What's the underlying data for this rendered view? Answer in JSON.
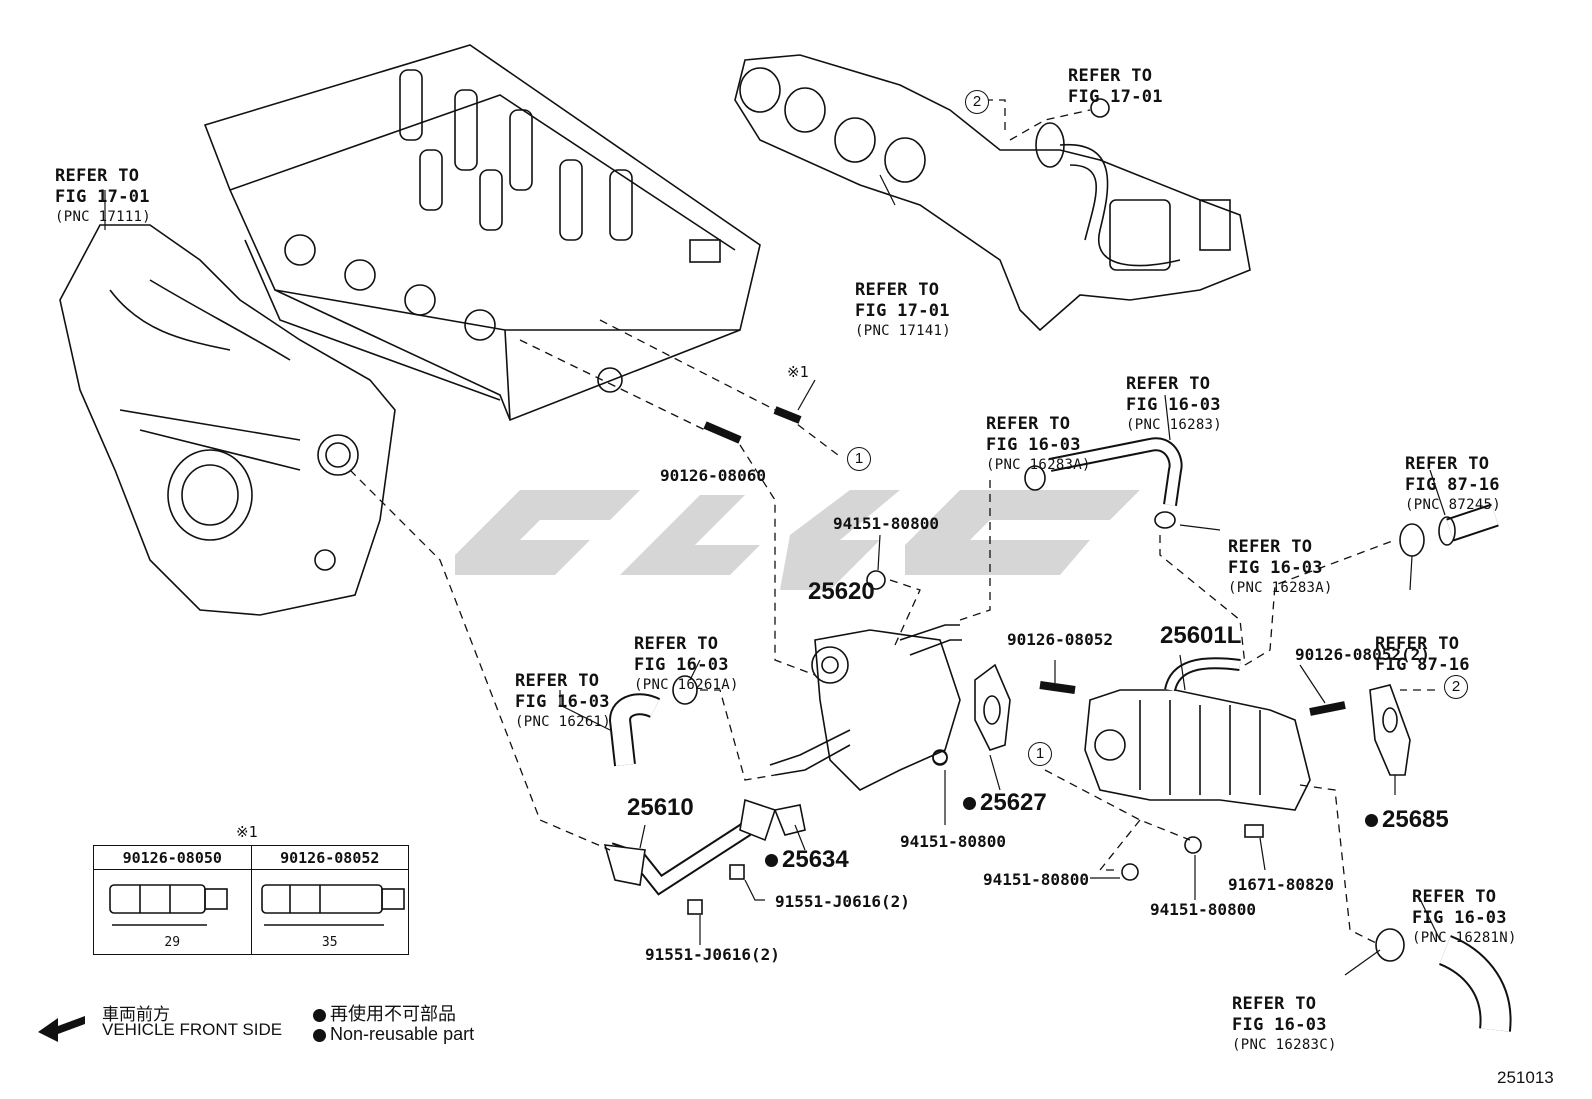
{
  "labels": {
    "refer_manifold_top": [
      "REFER TO",
      "FIG 17-01"
    ],
    "refer_intake": [
      "REFER TO",
      "FIG 17-01",
      "(PNC 17111)"
    ],
    "refer_exhaust": [
      "REFER TO",
      "FIG 17-01",
      "(PNC 17141)"
    ],
    "refer_16283": [
      "REFER TO",
      "FIG 16-03",
      "(PNC 16283)"
    ],
    "refer_16283a_left": [
      "REFER TO",
      "FIG 16-03",
      "(PNC 16283A)"
    ],
    "refer_87245": [
      "REFER TO",
      "FIG 87-16",
      "(PNC 87245)"
    ],
    "refer_16283a_right": [
      "REFER TO",
      "FIG 16-03",
      "(PNC 16283A)"
    ],
    "refer_8716": [
      "REFER TO",
      "FIG 87-16"
    ],
    "refer_16261a": [
      "REFER TO",
      "FIG 16-03",
      "(PNC 16261A)"
    ],
    "refer_16261": [
      "REFER TO",
      "FIG 16-03",
      "(PNC 16261)"
    ],
    "refer_16281n": [
      "REFER TO",
      "FIG 16-03",
      "(PNC 16281N)"
    ],
    "refer_16283c": [
      "REFER TO",
      "FIG 16-03",
      "(PNC 16283C)"
    ]
  },
  "parts": {
    "p25620": "25620",
    "p25601l": "25601L",
    "p25610": "25610",
    "p25634": "25634",
    "p25627": "25627",
    "p25685": "25685",
    "n90126_08060": "90126-08060",
    "n94151_80800_a": "94151-80800",
    "n90126_08052": "90126-08052",
    "n90126_08052_2": "90126-08052(2)",
    "n94151_80800_b": "94151-80800",
    "n94151_80800_c": "94151-80800",
    "n94151_80800_d": "94151-80800",
    "n91671_80820": "91671-80820",
    "n91551_j0616_a": "91551-J0616(2)",
    "n91551_j0616_b": "91551-J0616(2)"
  },
  "callouts": {
    "c1a": "1",
    "c1b": "1",
    "c2a": "2",
    "c2b": "2",
    "note_mark": "※1"
  },
  "bolt_table": {
    "mark": "※1",
    "headers": [
      "90126-08050",
      "90126-08052"
    ],
    "lengths": [
      "29",
      "35"
    ]
  },
  "legend": {
    "front_jp": "車両前方",
    "front_en": "VEHICLE FRONT SIDE",
    "nonreuse_jp": "再使用不可部品",
    "nonreuse_en": "Non-reusable part"
  },
  "figure_id": "251013"
}
